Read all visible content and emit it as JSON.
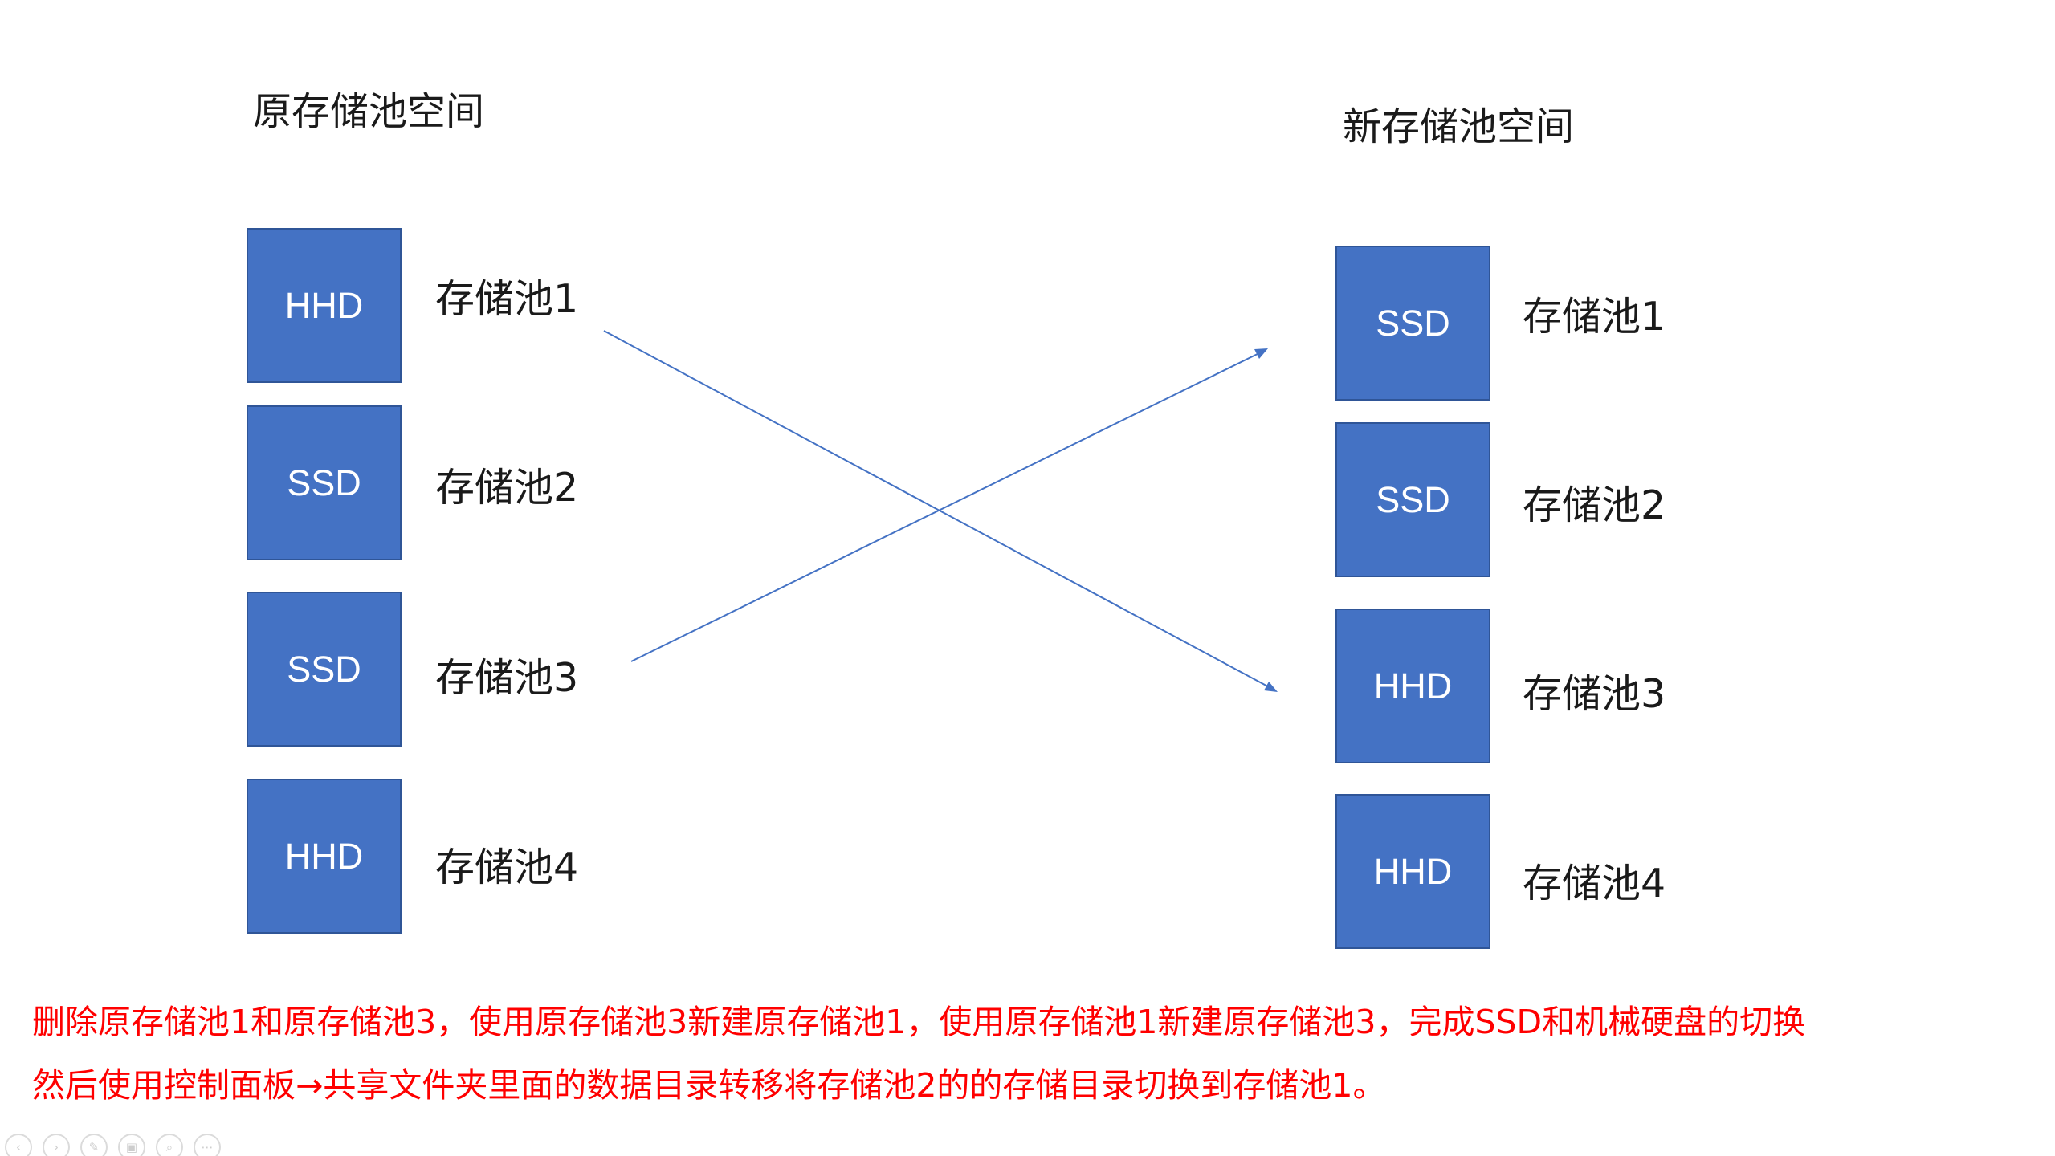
{
  "headings": {
    "old_space": "原存储池空间",
    "new_space": "新存储池空间"
  },
  "old_pools": [
    {
      "drive": "HHD",
      "label": "存储池1"
    },
    {
      "drive": "SSD",
      "label": "存储池2"
    },
    {
      "drive": "SSD",
      "label": "存储池3"
    },
    {
      "drive": "HHD",
      "label": "存储池4"
    }
  ],
  "new_pools": [
    {
      "drive": "SSD",
      "label": "存储池1"
    },
    {
      "drive": "SSD",
      "label": "存储池2"
    },
    {
      "drive": "HHD",
      "label": "存储池3"
    },
    {
      "drive": "HHD",
      "label": "存储池4"
    }
  ],
  "notes": {
    "line1": "删除原存储池1和原存储池3，使用原存储池3新建原存储池1，使用原存储池1新建原存储池3，完成SSD和机械硬盘的切换",
    "line2": "然后使用控制面板→共享文件夹里面的数据目录转移将存储池2的的存储目录切换到存储池1。"
  },
  "nav_buttons": [
    {
      "icon": "prev-icon",
      "glyph": "‹"
    },
    {
      "icon": "next-icon",
      "glyph": "›"
    },
    {
      "icon": "pen-icon",
      "glyph": "✎"
    },
    {
      "icon": "slides-icon",
      "glyph": "▣"
    },
    {
      "icon": "zoom-icon",
      "glyph": "⌕"
    },
    {
      "icon": "more-icon",
      "glyph": "⋯"
    }
  ],
  "colors": {
    "box_fill": "#4472C4",
    "box_border": "#2F5597",
    "arrow": "#4472C4",
    "note_text": "#FF0000"
  }
}
